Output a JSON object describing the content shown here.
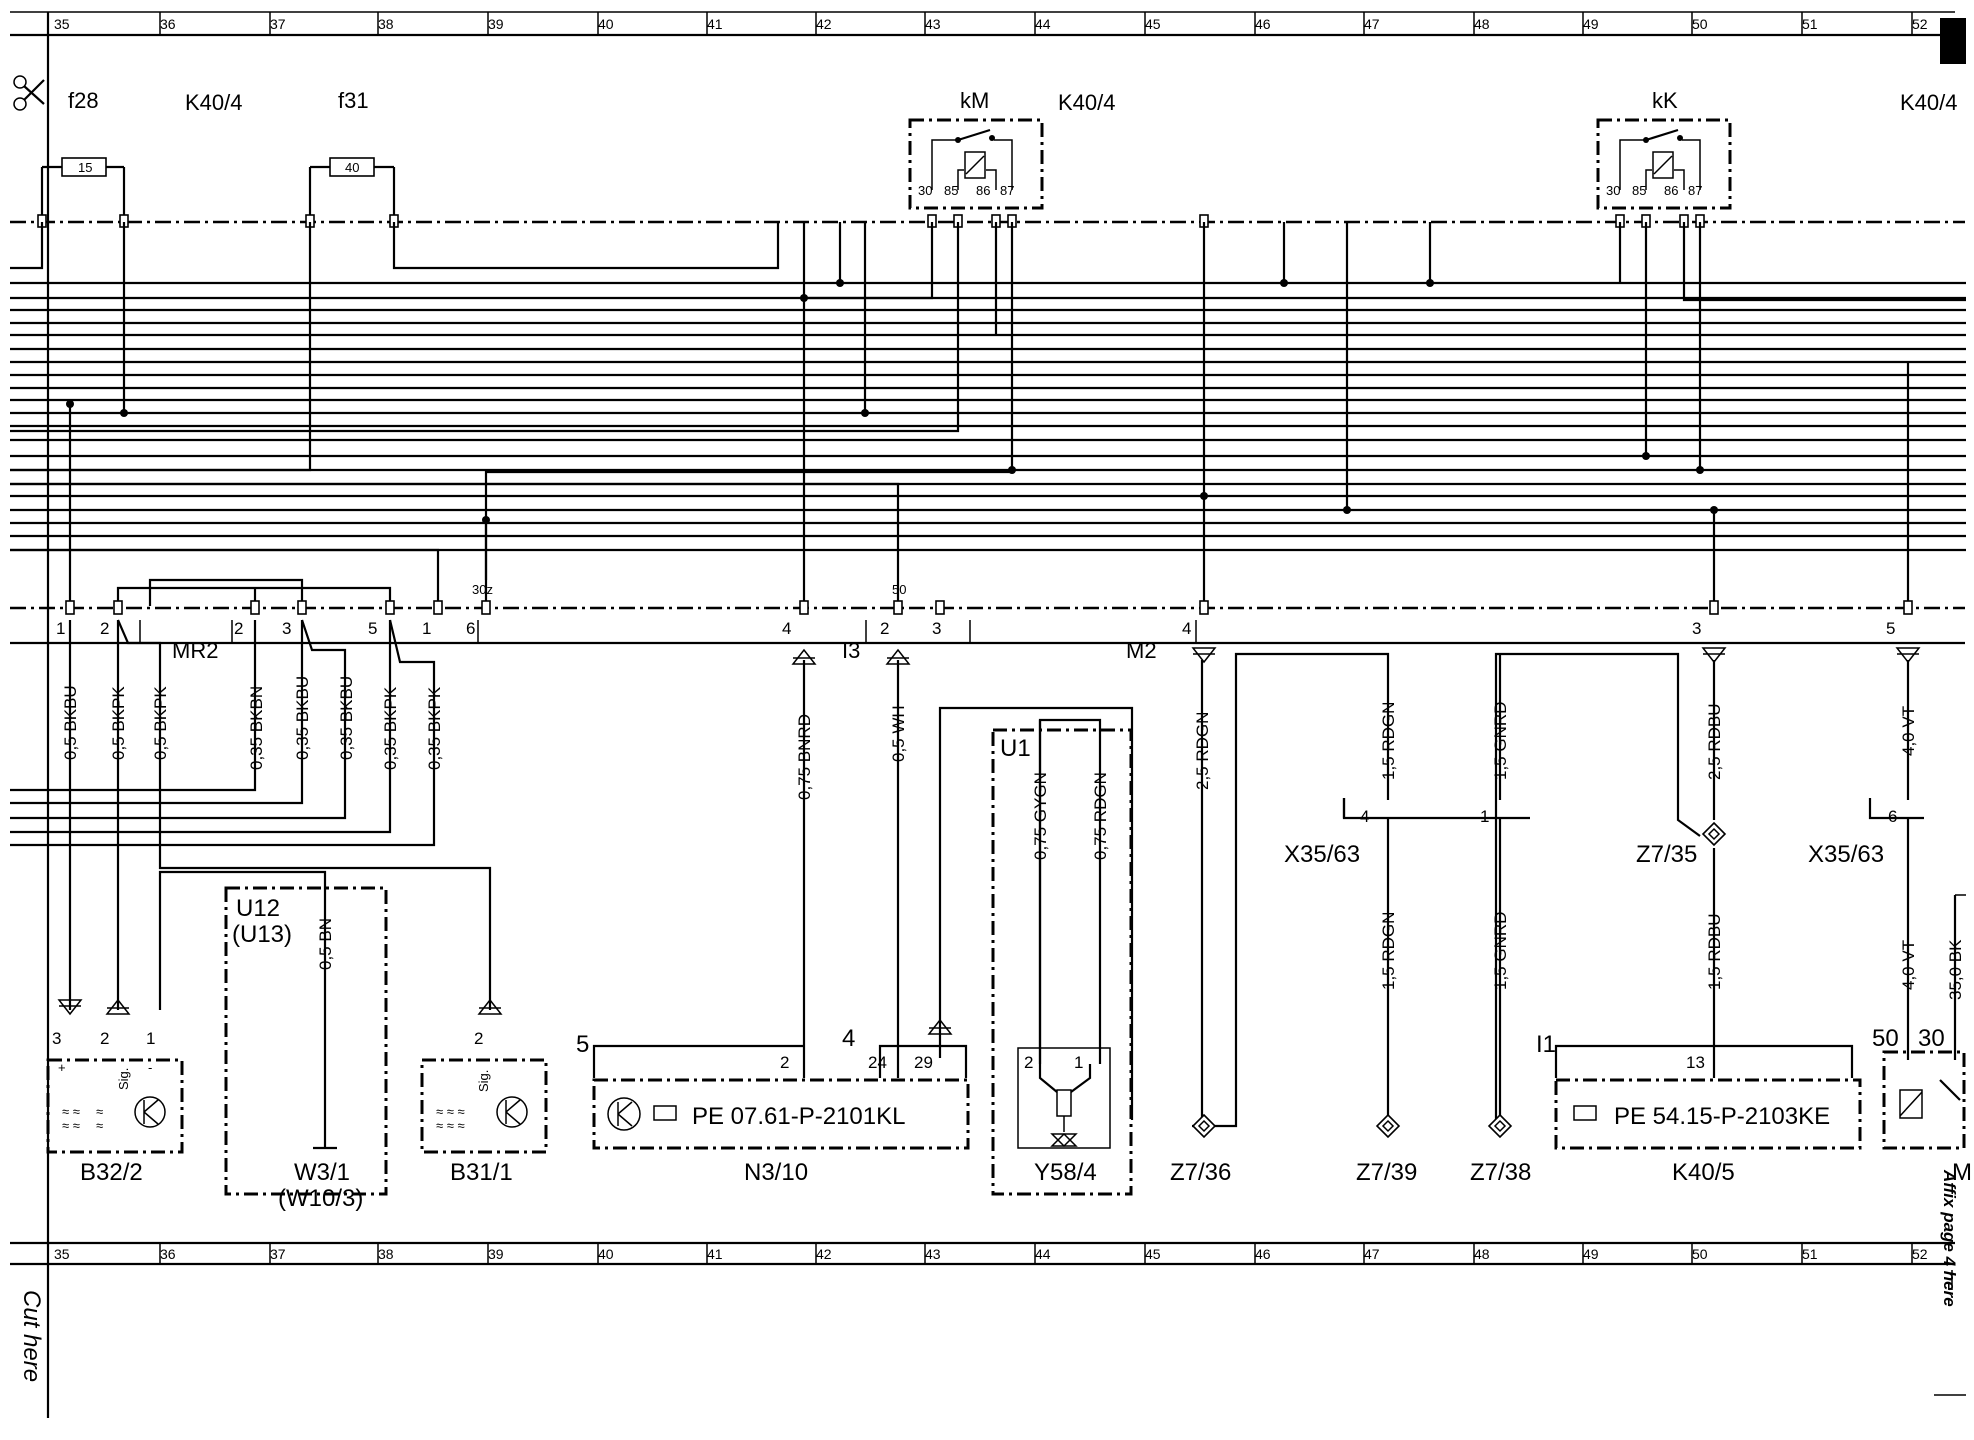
{
  "grid_columns": [
    "35",
    "36",
    "37",
    "38",
    "39",
    "40",
    "41",
    "42",
    "43",
    "44",
    "45",
    "46",
    "47",
    "48",
    "49",
    "50",
    "51",
    "52"
  ],
  "components": {
    "f28": "f28",
    "f31": "f31",
    "k40_left": "K40/4",
    "k40_mid": "K40/4",
    "k40_right": "K40/4",
    "km": "kM",
    "kk": "kK",
    "fuse15": "15",
    "fuse40": "40",
    "mr2": "MR2",
    "i3": "I3",
    "m2": "M2",
    "u1": "U1",
    "u12": "U12",
    "u13": "(U13)",
    "w3": "W3/1",
    "w10": "(W10/3)",
    "b32": "B32/2",
    "b31": "B31/1",
    "n3": "N3/10",
    "y58": "Y58/4",
    "z736": "Z7/36",
    "z739": "Z7/39",
    "z738": "Z7/38",
    "k405": "K40/5",
    "z735": "Z7/35",
    "x3563a": "X35/63",
    "x3563b": "X35/63",
    "m_cut": "M"
  },
  "relay_pins": [
    "30",
    "85",
    "86",
    "87"
  ],
  "pins": {
    "mr2": [
      "1",
      "2",
      "2",
      "3",
      "5",
      "1",
      "6"
    ],
    "i3": [
      "4",
      "2",
      "3"
    ],
    "l50": "50",
    "l30z": "30z",
    "m2": [
      "4",
      "3",
      "5"
    ],
    "b32": [
      "3",
      "2",
      "1"
    ],
    "b32_sig": "Sig.",
    "b32_plus": "+",
    "b32_minus": "-",
    "b31": [
      "2"
    ],
    "b31_sig": "Sig.",
    "n3": [
      "2",
      "24",
      "29"
    ],
    "n3_side": [
      "5",
      "4"
    ],
    "y58": [
      "2",
      "1"
    ],
    "x3563": [
      "4",
      "1",
      "6"
    ],
    "k405": [
      "13"
    ],
    "k405_side": "I1",
    "m_pins": [
      "50",
      "30"
    ]
  },
  "wires": {
    "w1": "0,5 BKBU",
    "w2": "0,5 BKPK",
    "w3": "0,5 BKPK",
    "w4": "0,35 BKBN",
    "w5": "0,35 BKBU",
    "w6": "0,35 BKBU",
    "w7": "0,35 BKPK",
    "w8": "0,35 BKPK",
    "w9": "0,75 BNRD",
    "w10": "0,5 WH",
    "w11": "0,75 GYGN",
    "w12": "0,75 RDGN",
    "w13": "2,5 RDGN",
    "w14": "1,5 RDGN",
    "w15": "1,5 GNRD",
    "w16": "2,5 RDBU",
    "w17": "4,0 VT",
    "w18": "1,5 RDGN",
    "w19": "1,5 GNRD",
    "w20": "1,5 RDBU",
    "w21": "4,0 VT",
    "w22": "35,0 BK",
    "w23": "0,5 BN"
  },
  "refs": {
    "n3": "PE 07.61-P-2101KL",
    "k405": "PE 54.15-P-2103KE"
  },
  "margin": {
    "cut": "Cut here",
    "affix": "Affix page 4 here"
  }
}
